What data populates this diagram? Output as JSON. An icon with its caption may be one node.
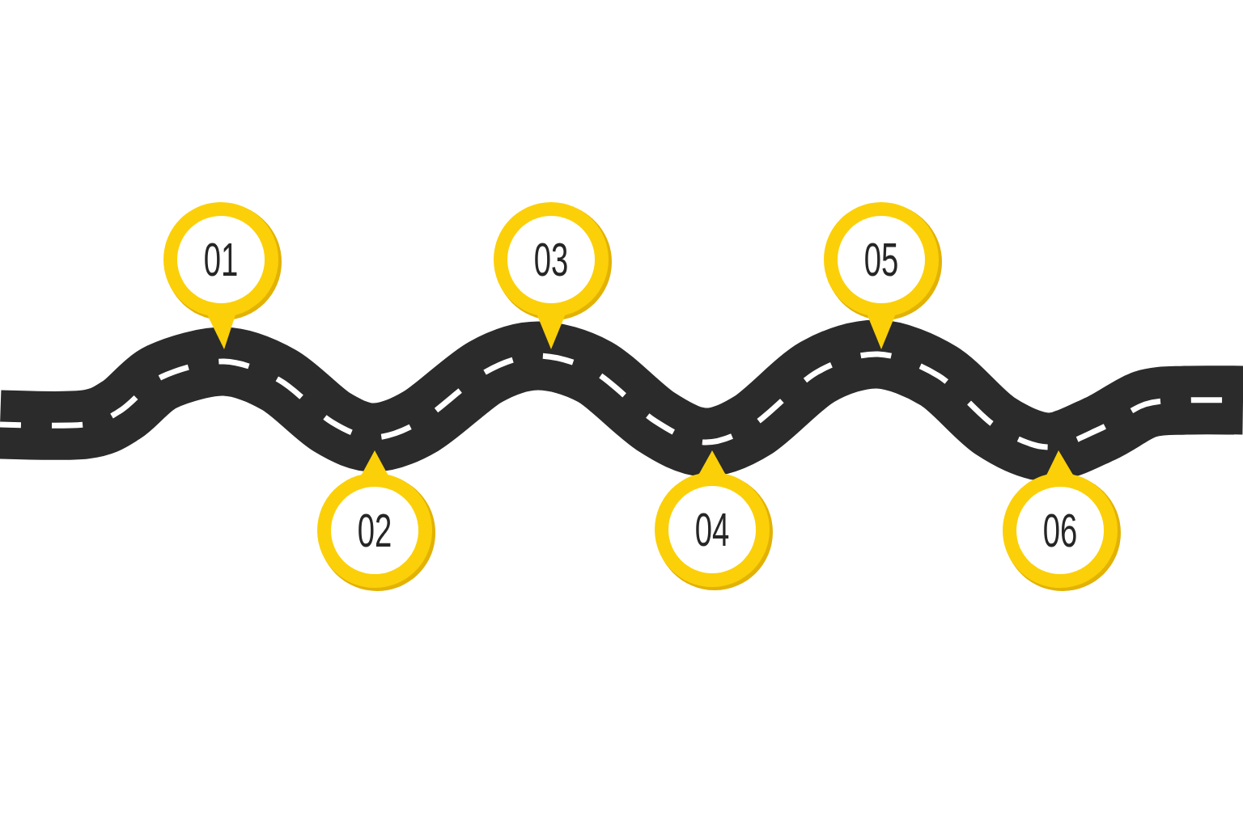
{
  "diagram": {
    "nodes": [
      {
        "text": [
          "01"
        ]
      },
      {
        "text": [
          "02"
        ]
      },
      {
        "text": [
          "03"
        ]
      },
      {
        "text": [
          "04"
        ]
      },
      {
        "text": [
          "05"
        ]
      },
      {
        "text": [
          "06"
        ]
      }
    ]
  }
}
